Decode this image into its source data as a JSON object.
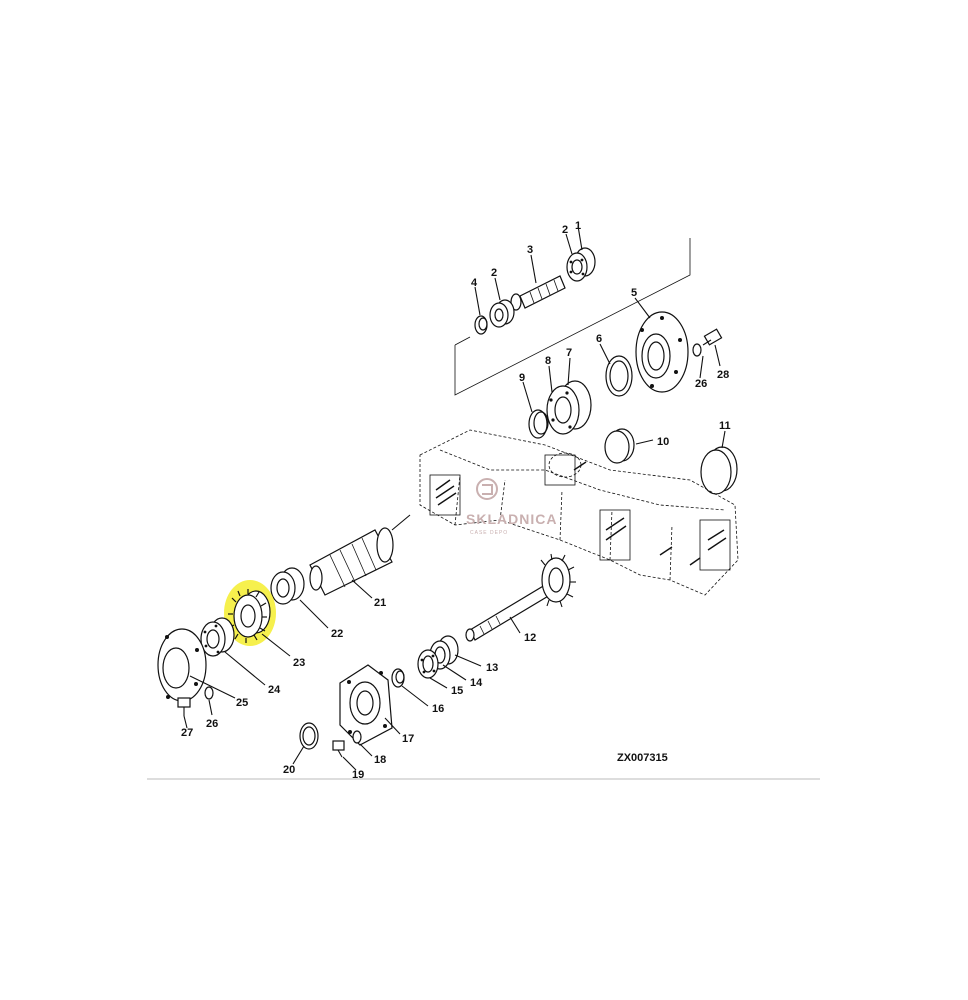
{
  "diagram": {
    "drawing_code": "ZX007315",
    "watermark": {
      "brand": "SKLADNICA",
      "tagline": "CASE DEPO"
    },
    "highlight_color": "#f5ee3a",
    "highlighted_part": "23",
    "parts": [
      {
        "number": "1"
      },
      {
        "number": "2"
      },
      {
        "number": "2"
      },
      {
        "number": "3"
      },
      {
        "number": "4"
      },
      {
        "number": "5"
      },
      {
        "number": "6"
      },
      {
        "number": "7"
      },
      {
        "number": "8"
      },
      {
        "number": "9"
      },
      {
        "number": "10"
      },
      {
        "number": "11"
      },
      {
        "number": "12"
      },
      {
        "number": "13"
      },
      {
        "number": "14"
      },
      {
        "number": "15"
      },
      {
        "number": "16"
      },
      {
        "number": "17"
      },
      {
        "number": "18"
      },
      {
        "number": "19"
      },
      {
        "number": "20"
      },
      {
        "number": "21"
      },
      {
        "number": "22"
      },
      {
        "number": "23"
      },
      {
        "number": "24"
      },
      {
        "number": "25"
      },
      {
        "number": "26"
      },
      {
        "number": "26"
      },
      {
        "number": "27"
      },
      {
        "number": "28"
      }
    ]
  }
}
